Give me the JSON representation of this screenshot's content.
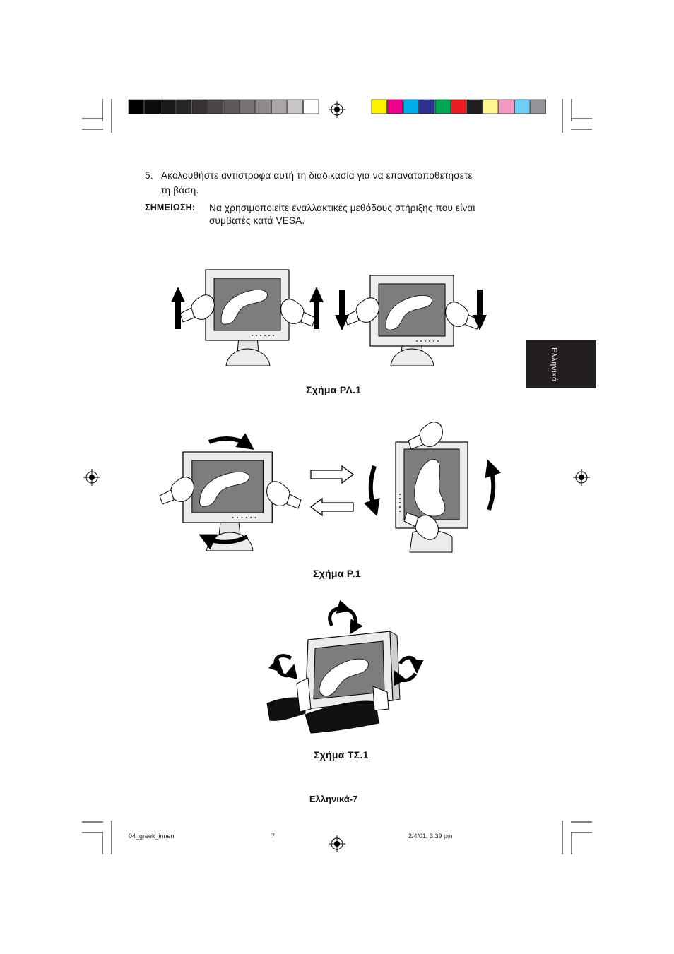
{
  "print_marks": {
    "gray_swatches": [
      "#000000",
      "#0d0d0d",
      "#1a1a1a",
      "#262626",
      "#363233",
      "#4a4546",
      "#5e595a",
      "#767172",
      "#8f8a8b",
      "#aba7a8",
      "#cbc7c8",
      "#ffffff"
    ],
    "color_swatches": [
      "#fff200",
      "#ec008c",
      "#00aeef",
      "#2e3192",
      "#00a651",
      "#ed1c24",
      "#231f20",
      "#fff68f",
      "#f49ac2",
      "#6dcff6",
      "#939598"
    ]
  },
  "content": {
    "step_number": "5.",
    "step_text": "Ακολουθήστε αντίστροφα αυτή τη διαδικασία για να επανατοποθετήσετε",
    "step_text_cont": "τη βάση.",
    "note_label": "ΣΗΜΕΙΩΣΗ:",
    "note_text": "Να χρησιμοποιείτε εναλλακτικές μεθόδους στήριξης που είναι",
    "note_text_cont": "συμβατές κατά VESA."
  },
  "side_tab": {
    "label": "Ελληνικά"
  },
  "figures": {
    "fig1_caption": "Σχήμα ΡΛ.1",
    "fig2_caption": "Σχήμα Ρ.1",
    "fig3_caption": "Σχήμα ΤΣ.1"
  },
  "footer": {
    "page_label": "Ελληνικά-7"
  },
  "slug": {
    "filename": "04_greek_innen",
    "page": "7",
    "timestamp": "2/4/01, 3:39 pm"
  }
}
